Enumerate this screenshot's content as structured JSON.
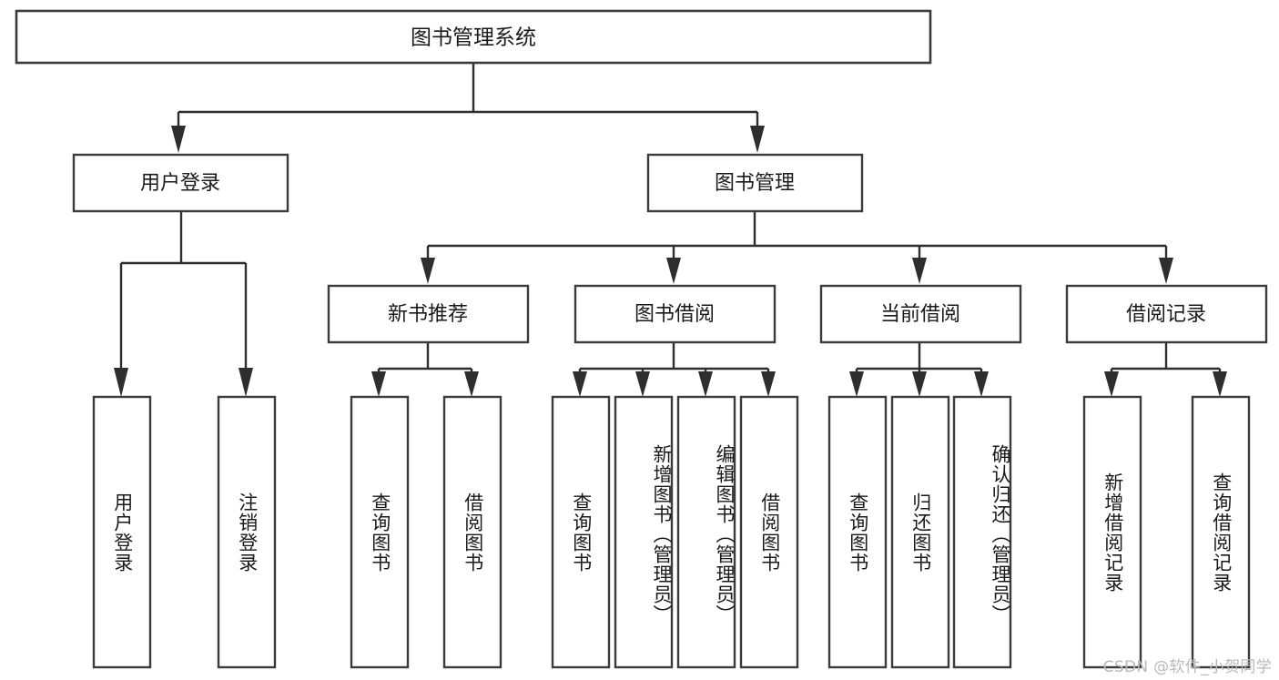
{
  "diagram": {
    "title": "图书管理系统",
    "type": "tree",
    "watermark": "CSDN @软件_小贺同学",
    "colors": {
      "box_stroke": "#3b3b3b",
      "connector": "#2e2e2e",
      "text": "#1a1a1a",
      "background": "#ffffff",
      "watermark": "#b9b9b9"
    },
    "levels": {
      "root": {
        "label": "图书管理系统"
      },
      "level2": [
        {
          "label": "用户登录"
        },
        {
          "label": "图书管理"
        }
      ],
      "level3": [
        {
          "label": "新书推荐"
        },
        {
          "label": "图书借阅"
        },
        {
          "label": "当前借阅"
        },
        {
          "label": "借阅记录"
        }
      ]
    },
    "leaves": [
      {
        "label": "用户登录",
        "parent": "用户登录"
      },
      {
        "label": "注销登录",
        "parent": "用户登录"
      },
      {
        "label": "查询图书",
        "parent": "新书推荐"
      },
      {
        "label": "借阅图书",
        "parent": "新书推荐"
      },
      {
        "label": "查询图书",
        "parent": "图书借阅"
      },
      {
        "label": "新增图书（管理员）",
        "parent": "图书借阅"
      },
      {
        "label": "编辑图书（管理员）",
        "parent": "图书借阅"
      },
      {
        "label": "借阅图书",
        "parent": "图书借阅"
      },
      {
        "label": "查询图书",
        "parent": "当前借阅"
      },
      {
        "label": "归还图书",
        "parent": "当前借阅"
      },
      {
        "label": "确认归还（管理员）",
        "parent": "当前借阅"
      },
      {
        "label": "新增借阅记录",
        "parent": "借阅记录"
      },
      {
        "label": "查询借阅记录",
        "parent": "借阅记录"
      }
    ]
  }
}
